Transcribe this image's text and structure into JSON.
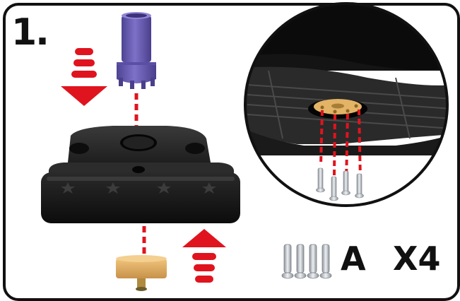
{
  "step": {
    "number": "1."
  },
  "parts": {
    "letter": "A",
    "quantity": "X4"
  },
  "colors": {
    "frame": "#111111",
    "guide_red": "#e0141e",
    "base_black": "#1b1b1b",
    "tube_purple": "#6b5fb5",
    "wheel_tan": "#e3b366",
    "screw_silver": "#c9cdd2"
  },
  "icons": [
    "step-arrow-down-icon",
    "step-arrow-up-icon",
    "screw-icon"
  ]
}
